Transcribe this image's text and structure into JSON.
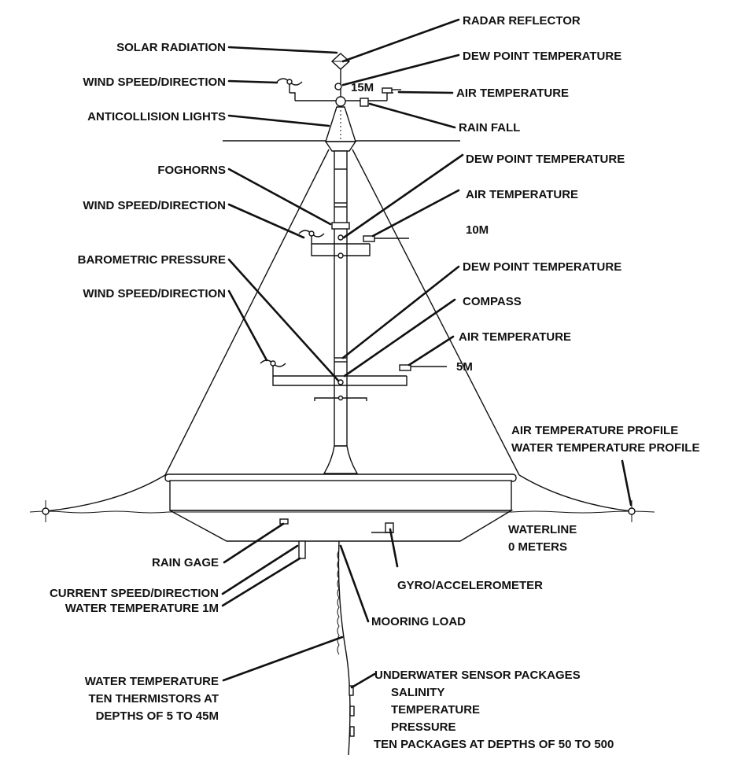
{
  "labels": {
    "radar_reflector": "RADAR REFLECTOR",
    "solar_radiation": "SOLAR RADIATION",
    "dew_point_top": "DEW POINT TEMPERATURE",
    "wind_top": "WIND SPEED/DIRECTION",
    "height_15m": "15M",
    "air_temp_top": "AIR TEMPERATURE",
    "anticollision": "ANTICOLLISION LIGHTS",
    "rain_fall": "RAIN FALL",
    "foghorns": "FOGHORNS",
    "dew_point_mid": "DEW POINT TEMPERATURE",
    "wind_mid": "WIND SPEED/DIRECTION",
    "air_temp_mid": "AIR TEMPERATURE",
    "height_10m": "10M",
    "barometric": "BAROMETRIC PRESSURE",
    "dew_point_low": "DEW POINT TEMPERATURE",
    "wind_low": "WIND SPEED/DIRECTION",
    "compass": "COMPASS",
    "air_temp_low": "AIR TEMPERATURE",
    "height_5m": "5M",
    "air_profile": "AIR TEMPERATURE PROFILE",
    "water_profile": "WATER TEMPERATURE PROFILE",
    "waterline": "WATERLINE",
    "zero_meters": "0 METERS",
    "rain_gage": "RAIN GAGE",
    "current": "CURRENT SPEED/DIRECTION",
    "gyro": "GYRO/ACCELEROMETER",
    "water_temp_1m": "WATER TEMPERATURE 1M",
    "mooring": "MOORING LOAD",
    "water_temp": "WATER TEMPERATURE",
    "thermistors": "TEN THERMISTORS AT",
    "depths_5_45": "DEPTHS OF 5 TO 45M",
    "underwater": "UNDERWATER SENSOR PACKAGES",
    "salinity": "SALINITY",
    "temperature": "TEMPERATURE",
    "pressure": "PRESSURE",
    "ten_packages": "TEN PACKAGES AT DEPTHS OF 50 TO 500"
  }
}
